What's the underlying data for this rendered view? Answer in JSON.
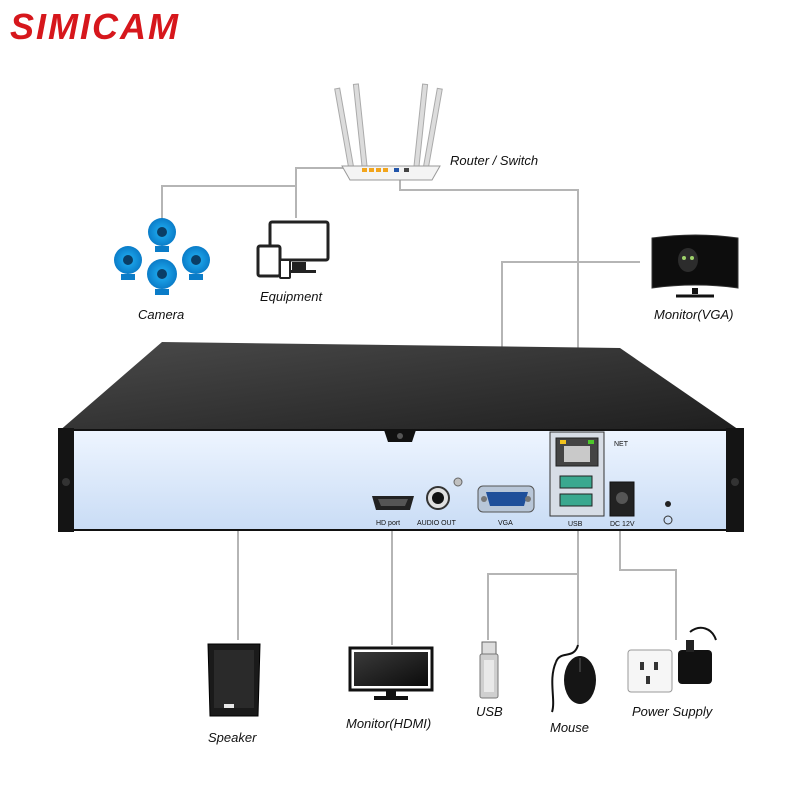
{
  "brand": {
    "name": "SIMICAM",
    "color": "#d6171c"
  },
  "labels": {
    "router": "Router / Switch",
    "equipment": "Equipment",
    "camera": "Camera",
    "monitor_vga": "Monitor(VGA)",
    "speaker": "Speaker",
    "monitor_hdmi": "Monitor(HDMI)",
    "usb": "USB",
    "mouse": "Mouse",
    "power_supply": "Power Supply"
  },
  "ports": {
    "hd_port": "HD port",
    "audio_out": "AUDIO OUT",
    "vga": "VGA",
    "usb": "USB",
    "dc": "DC 12V",
    "net": "NET"
  }
}
